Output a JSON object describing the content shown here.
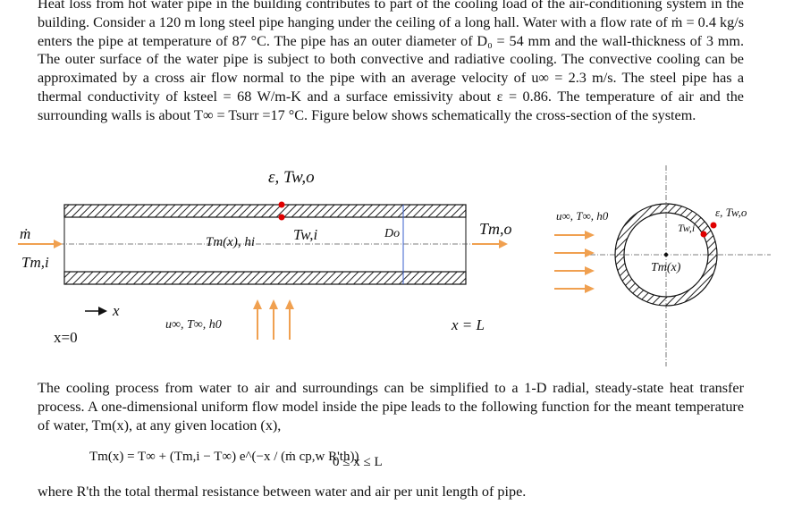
{
  "problem": {
    "intro": "Heat loss from hot water pipe in the building contributes to part of the cooling load of the air-conditioning system in the building. Consider a 120 m long steel pipe hanging under the ceiling of a long hall. Water with a flow rate of ṁ = 0.4 kg/s enters the pipe at temperature of 87 °C. The pipe has an outer diameter of D₀ = 54 mm and the wall-thickness of 3 mm. The outer surface of the water pipe is subject to both convective and radiative cooling. The convective cooling can be approximated by a cross air flow normal to the pipe with an average velocity of u∞ = 2.3 m/s. The steel pipe has a thermal conductivity of ksteel = 68 W/m-K and a surface emissivity about ε = 0.86. The temperature of air and the surrounding walls is about T∞ = Tsurr =17 °C. Figure below shows schematically the cross-section of the system.",
    "process": "The cooling process from water to air and surroundings can be simplified to a 1-D radial, steady-state heat transfer process. A one-dimensional uniform flow model inside the pipe leads to the following function for the meant temperature of water, Tm(x), at any given location (x),",
    "equation": "Tm(x) = T∞ + (Tm,i − T∞) e^(−x / (ṁ cp,w R'th))",
    "equation_range": "0 ≤ x ≤ L",
    "where": "where R'th the total thermal resistance between water and air per unit length of pipe."
  },
  "figure": {
    "emissivity_top": "ε, Tw,o",
    "mdot": "ṁ",
    "tmi": "Tm,i",
    "tm_x_h": "Tm(x), hi",
    "twi": "Tw,i",
    "do": "Do",
    "tmo": "Tm,o",
    "x_axis": "x",
    "x0": "x=0",
    "xl": "x = L",
    "air_bottom": "u∞, T∞, h0",
    "air_side": "u∞, T∞, h0",
    "emissivity_side": "ε, Tw,o",
    "twi_circle": "Tw,i",
    "tm_circle": "Tm(x)",
    "colors": {
      "arrow": "#f0a050",
      "marker": "#e00000",
      "diameter_line": "#3a5fcd"
    }
  }
}
